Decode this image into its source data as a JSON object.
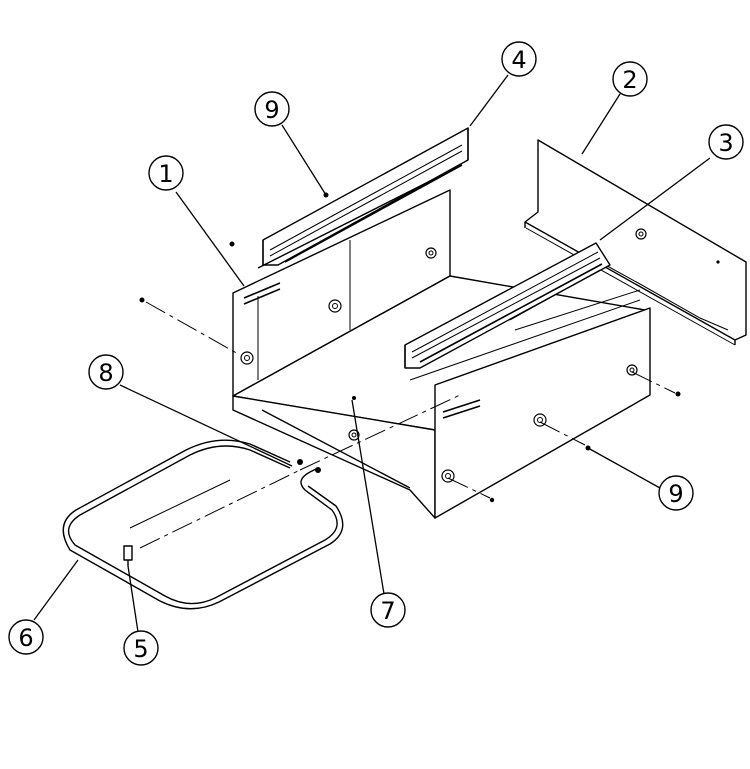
{
  "diagram": {
    "callouts": [
      {
        "id": "c1",
        "label": "1",
        "name": "callout-1-left-side-panel"
      },
      {
        "id": "c2",
        "label": "2",
        "name": "callout-2-back-panel"
      },
      {
        "id": "c3",
        "label": "3",
        "name": "callout-3-right-rail"
      },
      {
        "id": "c4",
        "label": "4",
        "name": "callout-4-left-rail"
      },
      {
        "id": "c5",
        "label": "5",
        "name": "callout-5-element-bracket"
      },
      {
        "id": "c6",
        "label": "6",
        "name": "callout-6-heating-element"
      },
      {
        "id": "c7",
        "label": "7",
        "name": "callout-7-bottom-screw"
      },
      {
        "id": "c8",
        "label": "8",
        "name": "callout-8-terminal"
      },
      {
        "id": "c9a",
        "label": "9",
        "name": "callout-9-screw-top"
      },
      {
        "id": "c9b",
        "label": "9",
        "name": "callout-9-screw-right"
      }
    ]
  }
}
